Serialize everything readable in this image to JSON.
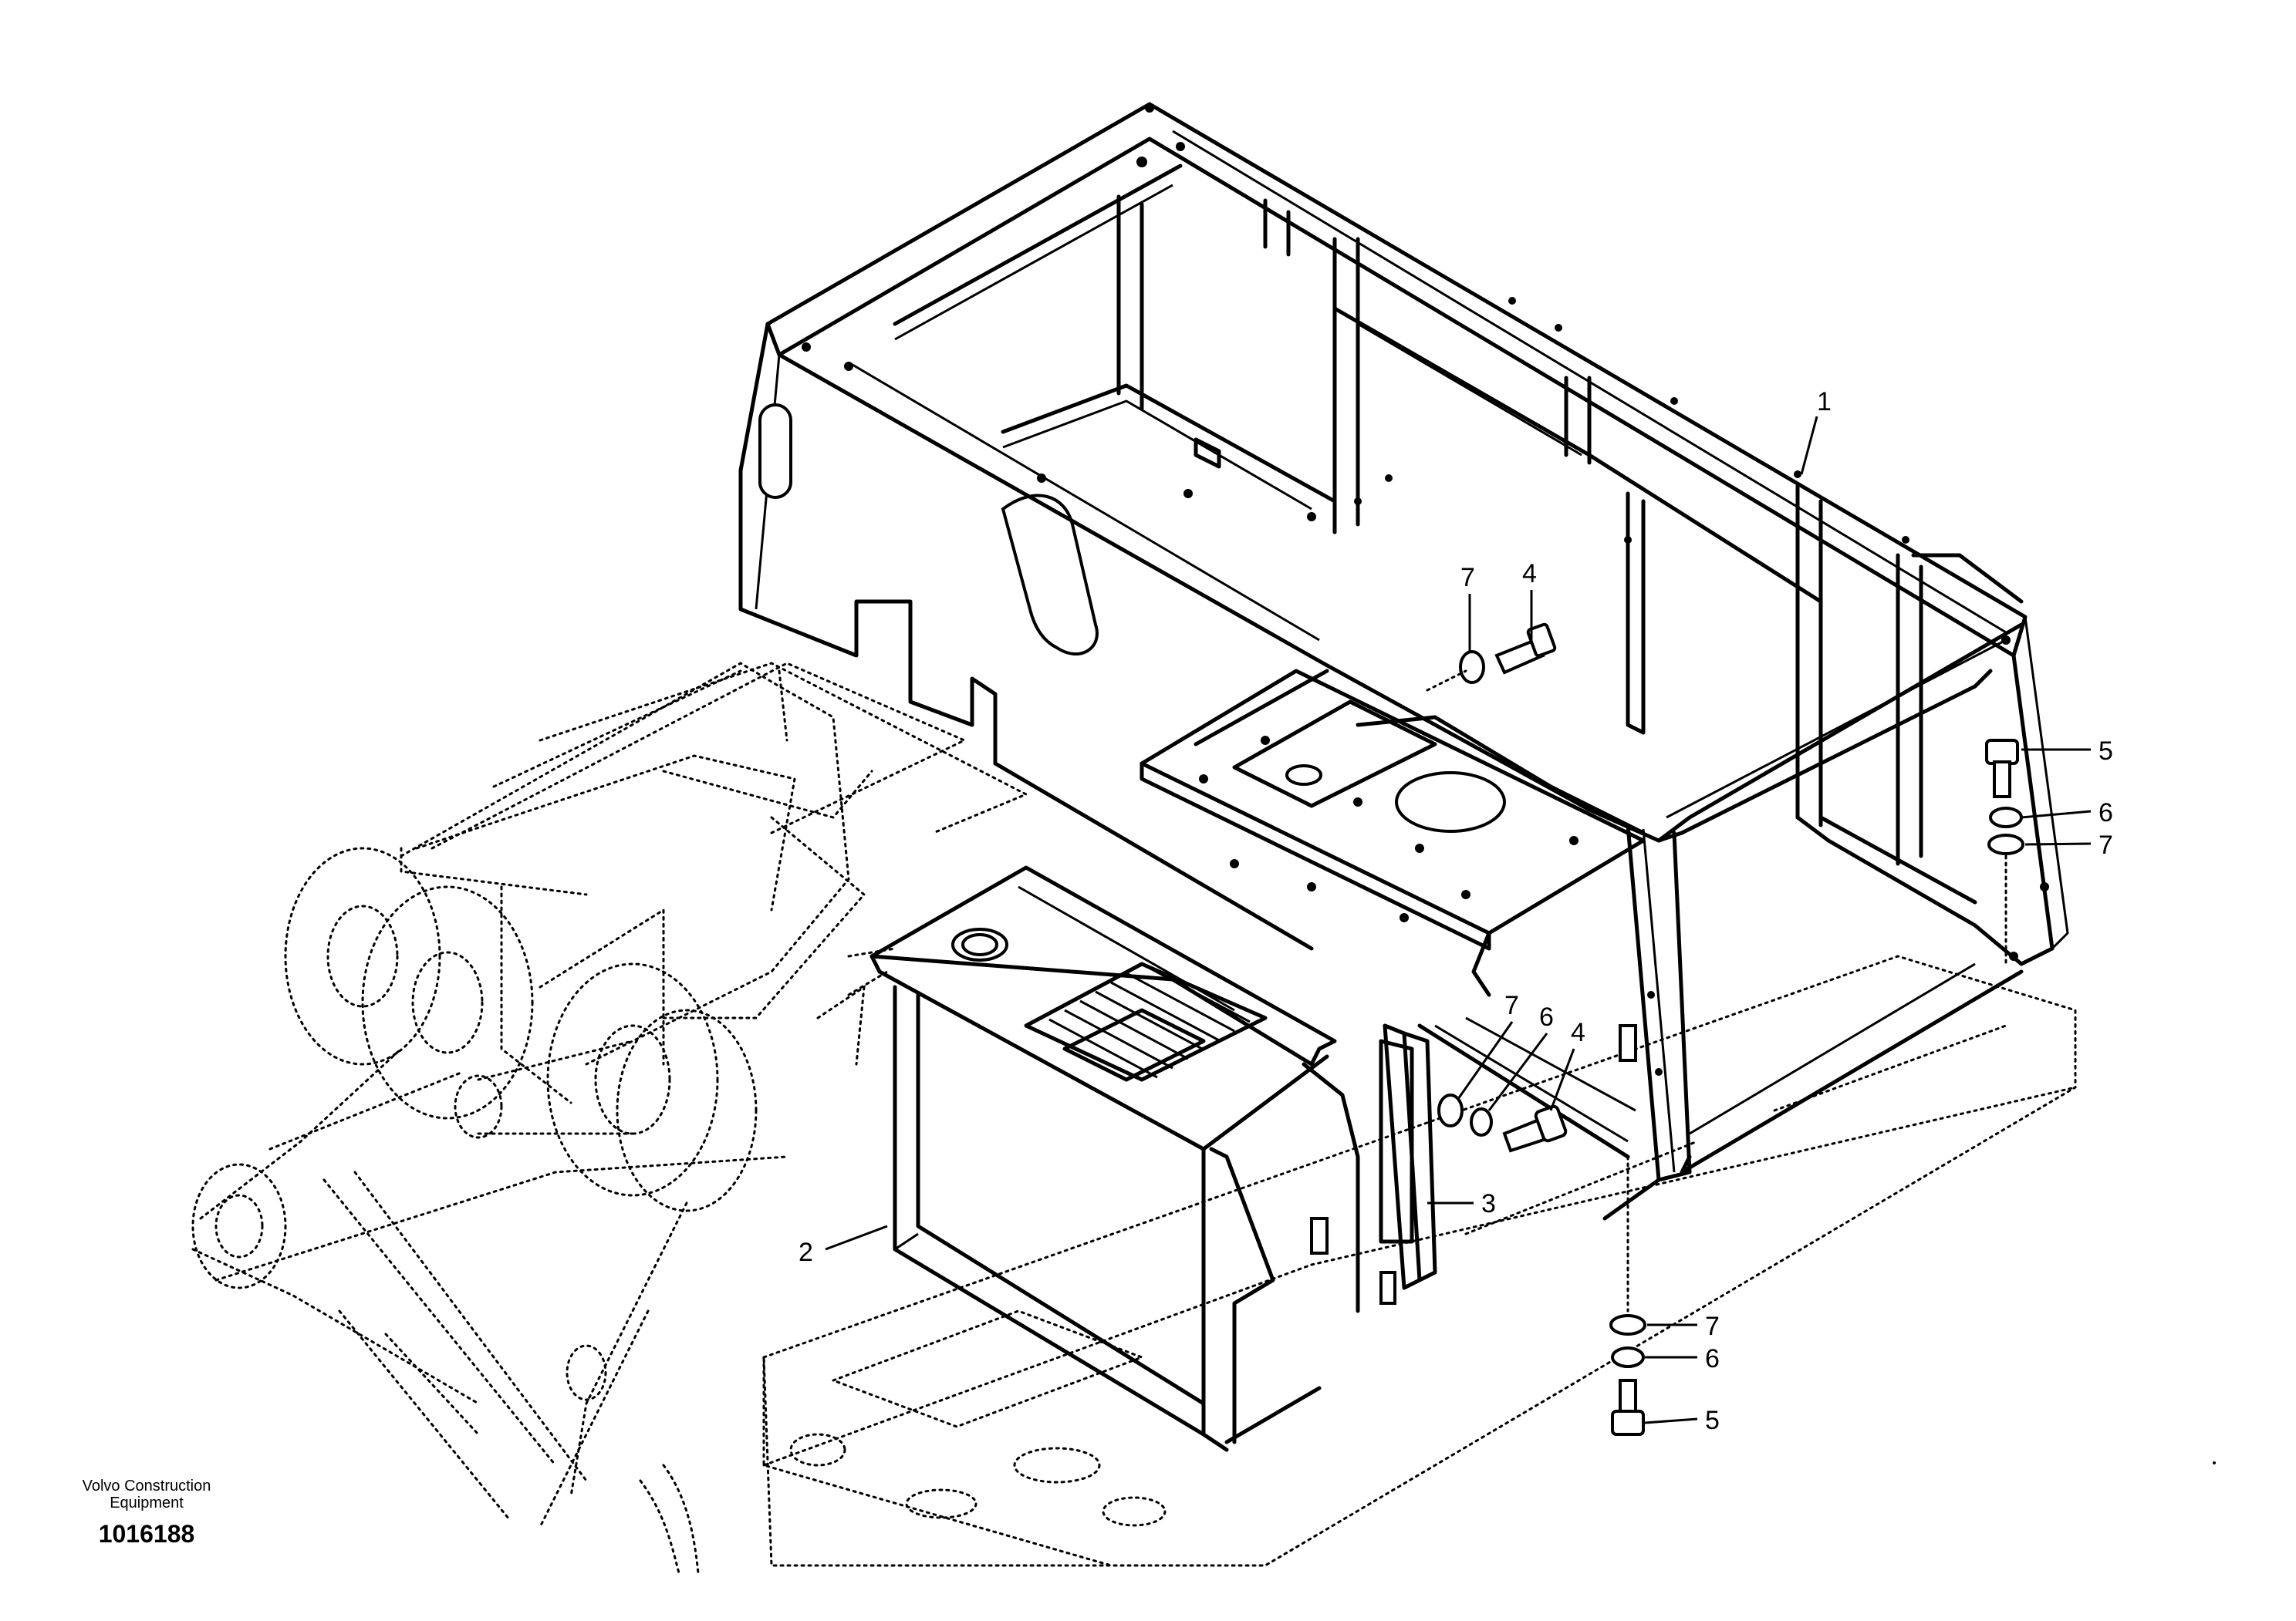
{
  "manufacturer": {
    "line1": "Volvo Construction",
    "line2": "Equipment"
  },
  "figure_number": "1016188",
  "callouts": {
    "c1": "1",
    "c2": "2",
    "c3": "3",
    "c4_top": "4",
    "c4_mid": "4",
    "c5_right": "5",
    "c5_bottom": "5",
    "c6_right": "6",
    "c6_mid": "6",
    "c6_bottom": "6",
    "c7_top": "7",
    "c7_right": "7",
    "c7_mid": "7",
    "c7_bottom": "7"
  }
}
